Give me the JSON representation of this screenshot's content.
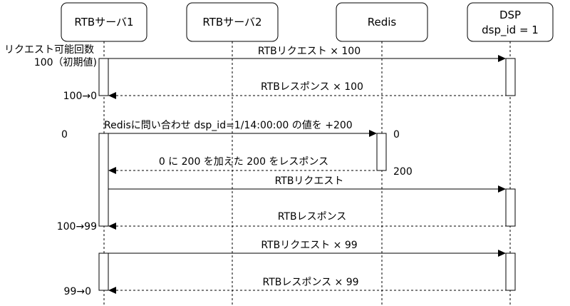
{
  "participants": {
    "rtb1": {
      "label": "RTBサーバ1"
    },
    "rtb2": {
      "label": "RTBサーバ2"
    },
    "redis": {
      "label": "Redis"
    },
    "dsp": {
      "line1": "DSP",
      "line2": "dsp_id = 1"
    }
  },
  "messages": {
    "m1": "RTBリクエスト × 100",
    "m2": "RTBレスポンス × 100",
    "m3": "Redisに問い合わせ dsp_id=1/14:00:00 の値を +200",
    "m4": "0 に 200 を加えた 200 をレスポンス",
    "m5": "RTBリクエスト",
    "m6": "RTBレスポンス",
    "m7": "RTBリクエスト × 99",
    "m8": "RTBレスポンス × 99"
  },
  "notes": {
    "limit_title": "リクエスト可能回数",
    "limit_initial": "100（初期値)",
    "rtb_count_a": "100→0",
    "rtb_count_b": "0",
    "rtb_count_c": "100→99",
    "rtb_count_d": "99→0",
    "redis_before": "0",
    "redis_after": "200"
  }
}
